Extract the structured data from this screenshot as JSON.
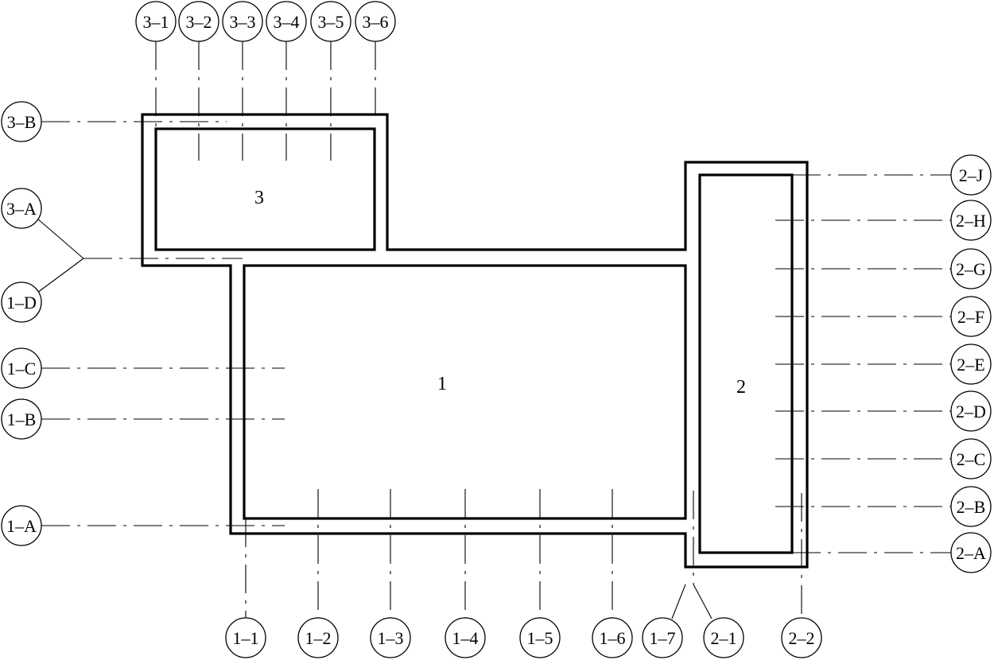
{
  "rooms": {
    "r1": "1",
    "r2": "2",
    "r3": "3"
  },
  "axes": {
    "bottom": [
      "1–1",
      "1–2",
      "1–3",
      "1–4",
      "1–5",
      "1–6",
      "1–7",
      "2–1",
      "2–2"
    ],
    "top": [
      "3–1",
      "3–2",
      "3–3",
      "3–4",
      "3–5",
      "3–6"
    ],
    "left": [
      "3–B",
      "3–A",
      "1–D",
      "1–C",
      "1–B",
      "1–A"
    ],
    "right": [
      "2–J",
      "2–H",
      "2–G",
      "2–F",
      "2–E",
      "2–D",
      "2–C",
      "2–B",
      "2–A"
    ]
  }
}
